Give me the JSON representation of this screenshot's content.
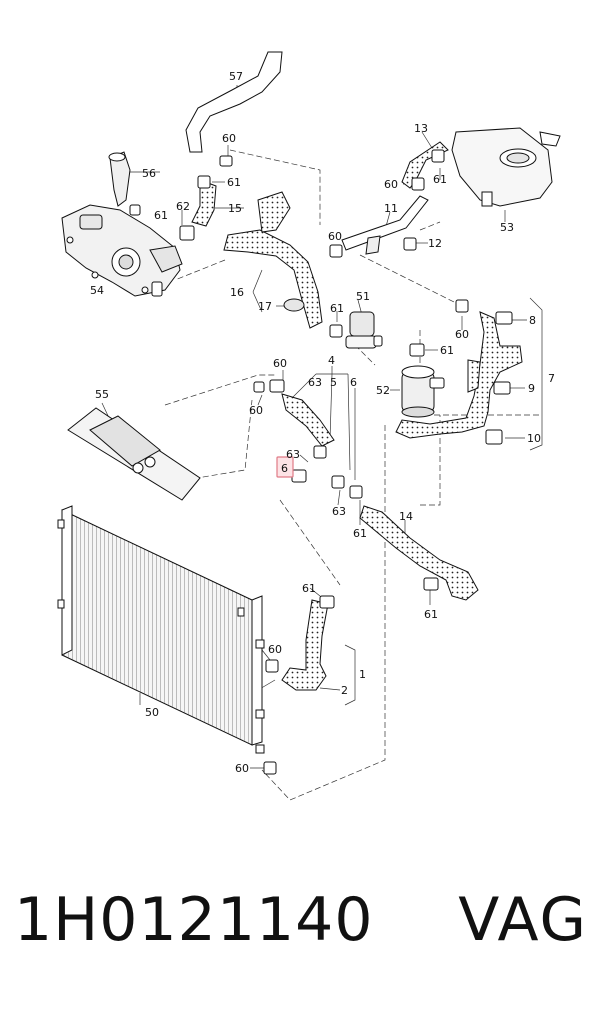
{
  "callouts": {
    "c57": "57",
    "c60a": "60",
    "c56": "56",
    "c61a": "61",
    "c61b": "61",
    "c62": "62",
    "c15": "15",
    "c54": "54",
    "c16": "16",
    "c17": "17",
    "c60b": "60",
    "c61c": "61",
    "c51": "51",
    "c13": "13",
    "c60c": "60",
    "c61d": "61",
    "c11": "11",
    "c53": "53",
    "c12": "12",
    "c8": "8",
    "c60d": "60",
    "c61e": "61",
    "c7": "7",
    "c9": "9",
    "c52": "52",
    "c10": "10",
    "c4": "4",
    "c60e": "60",
    "c63a": "63",
    "c5": "5",
    "c6a": "6",
    "c55": "55",
    "c60f": "60",
    "c63b": "63",
    "c6b": "6",
    "c63c": "63",
    "c61f": "61",
    "c14": "14",
    "c61g": "61",
    "c61h": "61",
    "c60g": "60",
    "c1": "1",
    "c2": "2",
    "c50": "50",
    "c60h": "60"
  },
  "highlighted_callout": "6",
  "footer": {
    "part_number": "1H0121140",
    "brand": "VAG"
  }
}
